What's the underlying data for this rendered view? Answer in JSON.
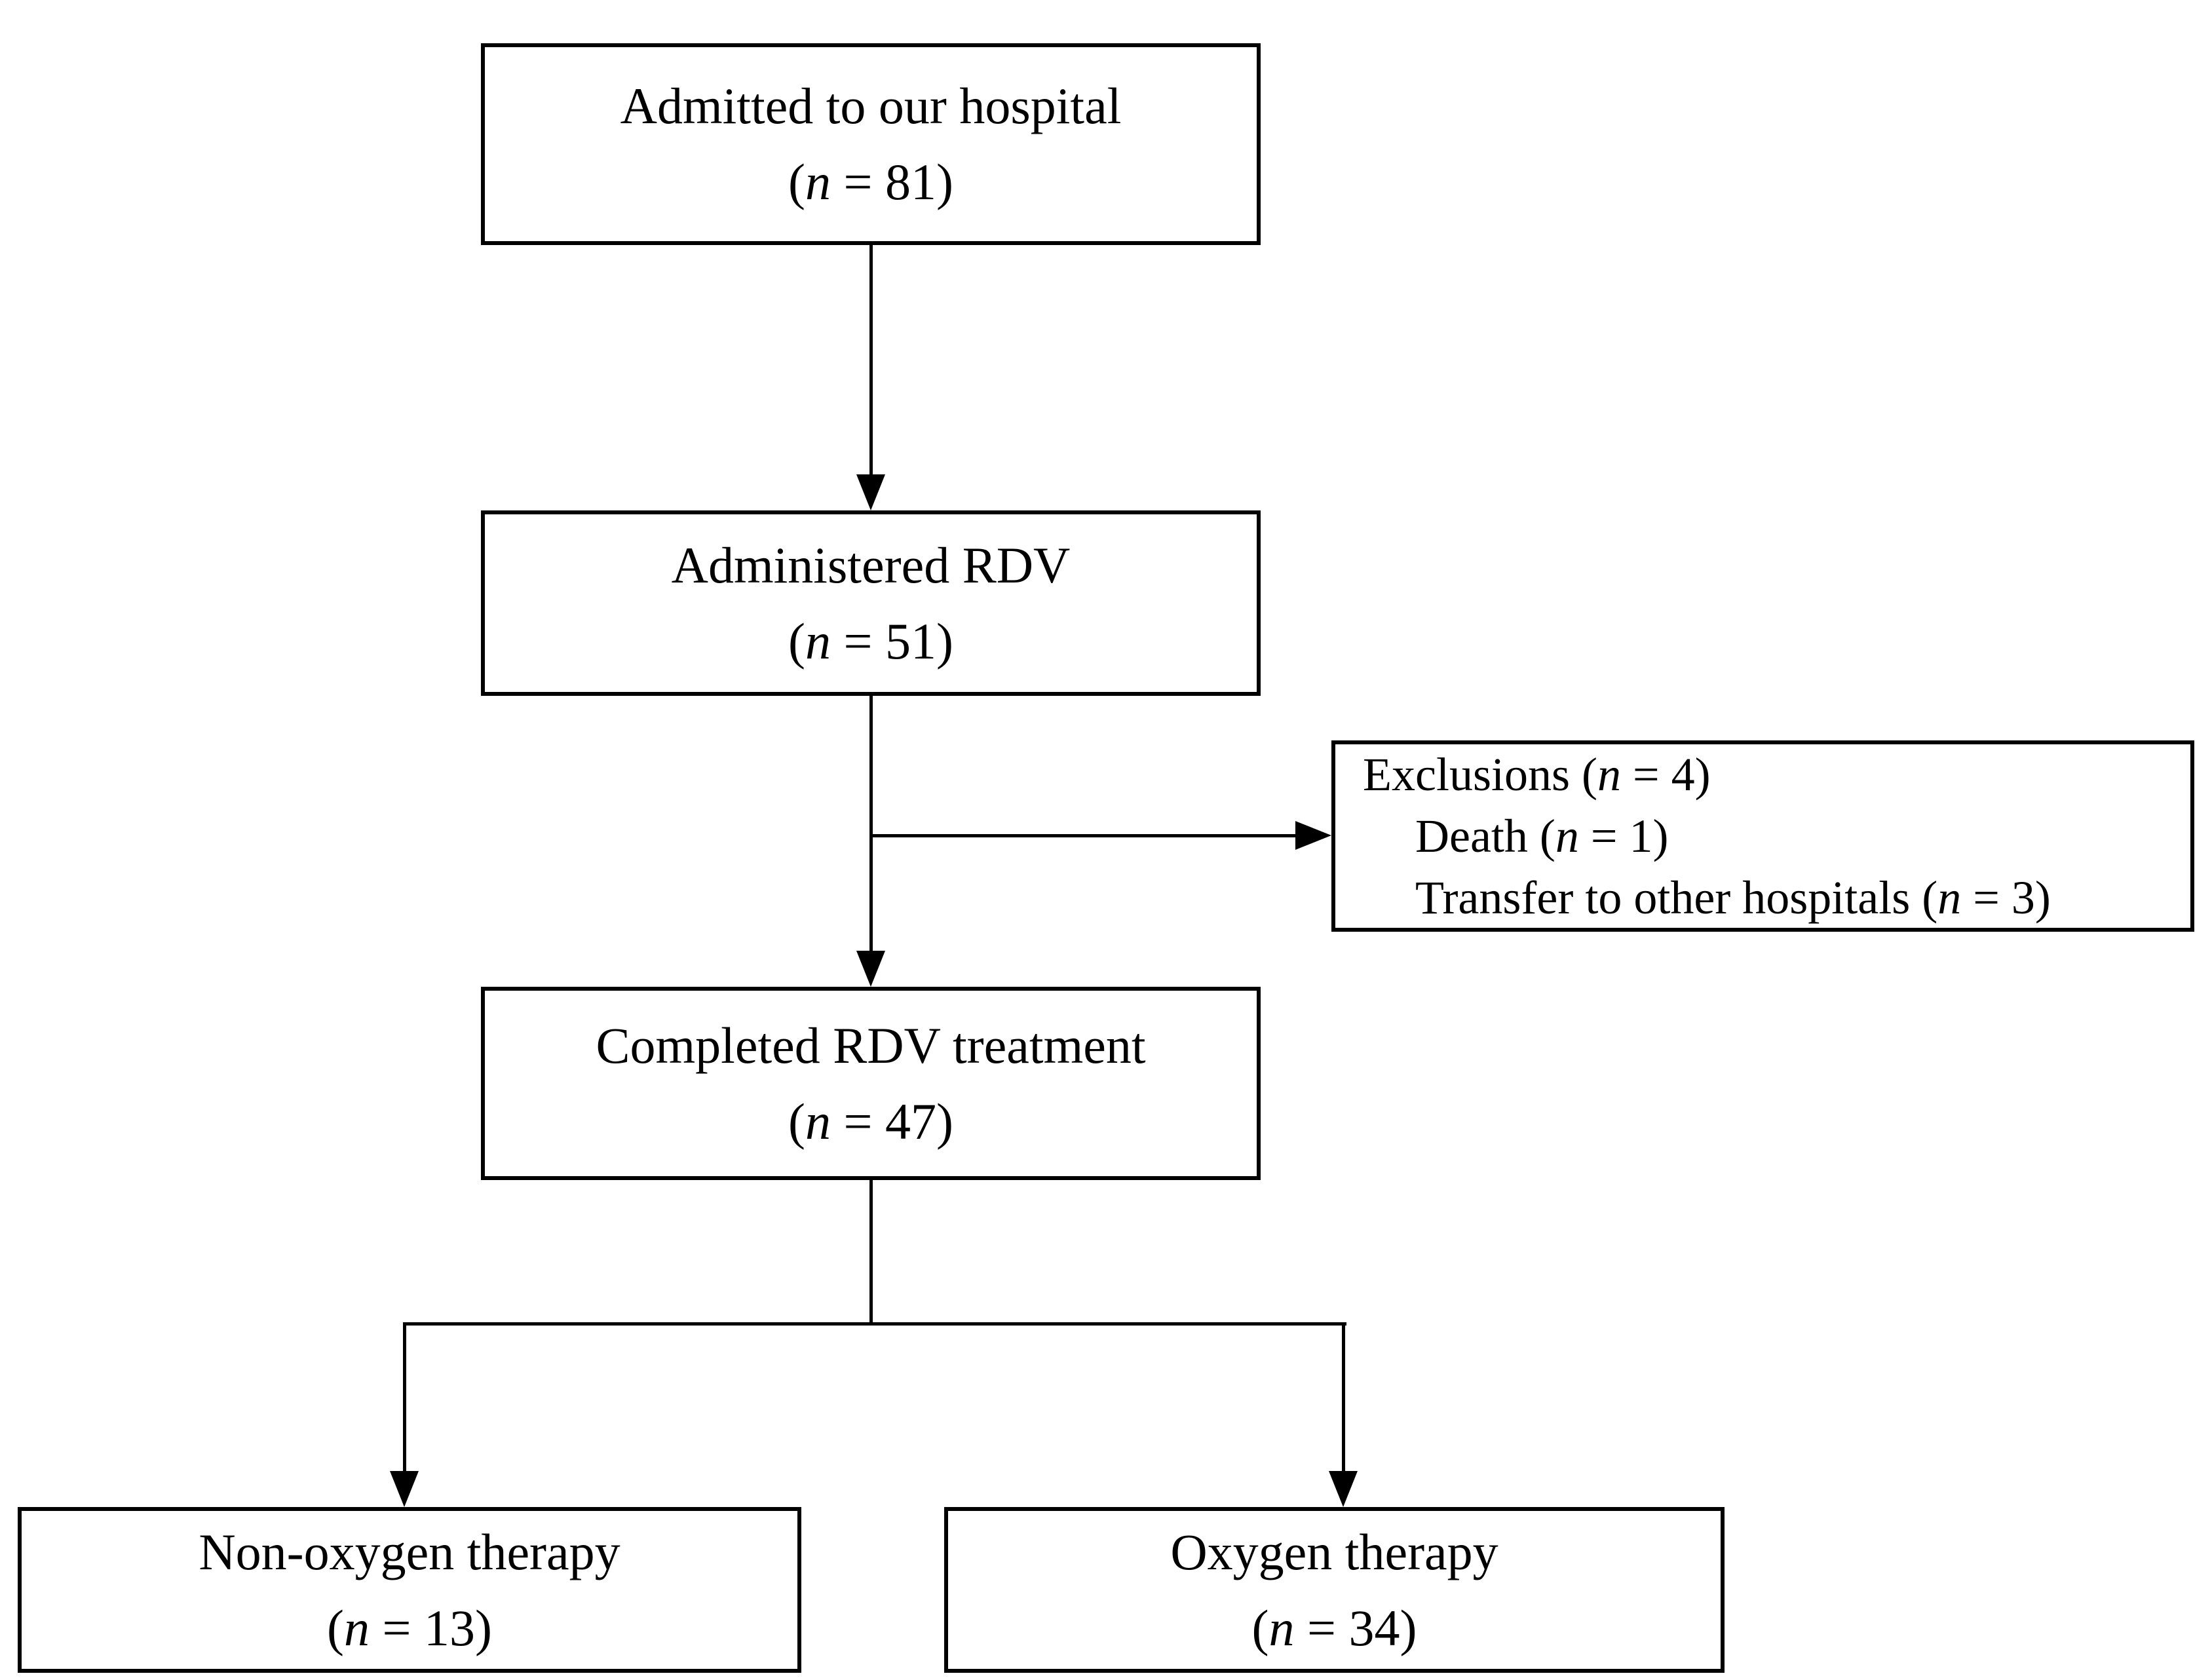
{
  "diagram": {
    "type": "flowchart",
    "colors": {
      "line": "#000000",
      "background": "#ffffff",
      "box_fill": "#ffffff",
      "text": "#000000"
    },
    "nodes": {
      "admitted": {
        "title": "Admitted to our hospital",
        "count_pre": "(",
        "count_var": "n",
        "count_post": " = 81)"
      },
      "administered": {
        "title": "Administered RDV",
        "count_pre": "(",
        "count_var": "n",
        "count_post": " = 51)"
      },
      "exclusions": {
        "line1_pre": "Exclusions (",
        "line1_var": "n",
        "line1_post": " = 4)",
        "line2_pre": "Death (",
        "line2_var": "n",
        "line2_post": " = 1)",
        "line3_pre": "Transfer to other hospitals (",
        "line3_var": "n",
        "line3_post": " = 3)"
      },
      "completed": {
        "title": "Completed RDV treatment",
        "count_pre": "(",
        "count_var": "n",
        "count_post": " = 47)"
      },
      "non_oxygen": {
        "title": "Non-oxygen therapy",
        "count_pre": "(",
        "count_var": "n",
        "count_post": " = 13)"
      },
      "oxygen": {
        "title": "Oxygen therapy",
        "count_pre": "(",
        "count_var": "n",
        "count_post": " = 34)"
      }
    },
    "edges": [
      {
        "from": "admitted",
        "to": "administered"
      },
      {
        "from": "administered",
        "to": "exclusions"
      },
      {
        "from": "administered",
        "to": "completed"
      },
      {
        "from": "completed",
        "to": "non_oxygen"
      },
      {
        "from": "completed",
        "to": "oxygen"
      }
    ]
  }
}
